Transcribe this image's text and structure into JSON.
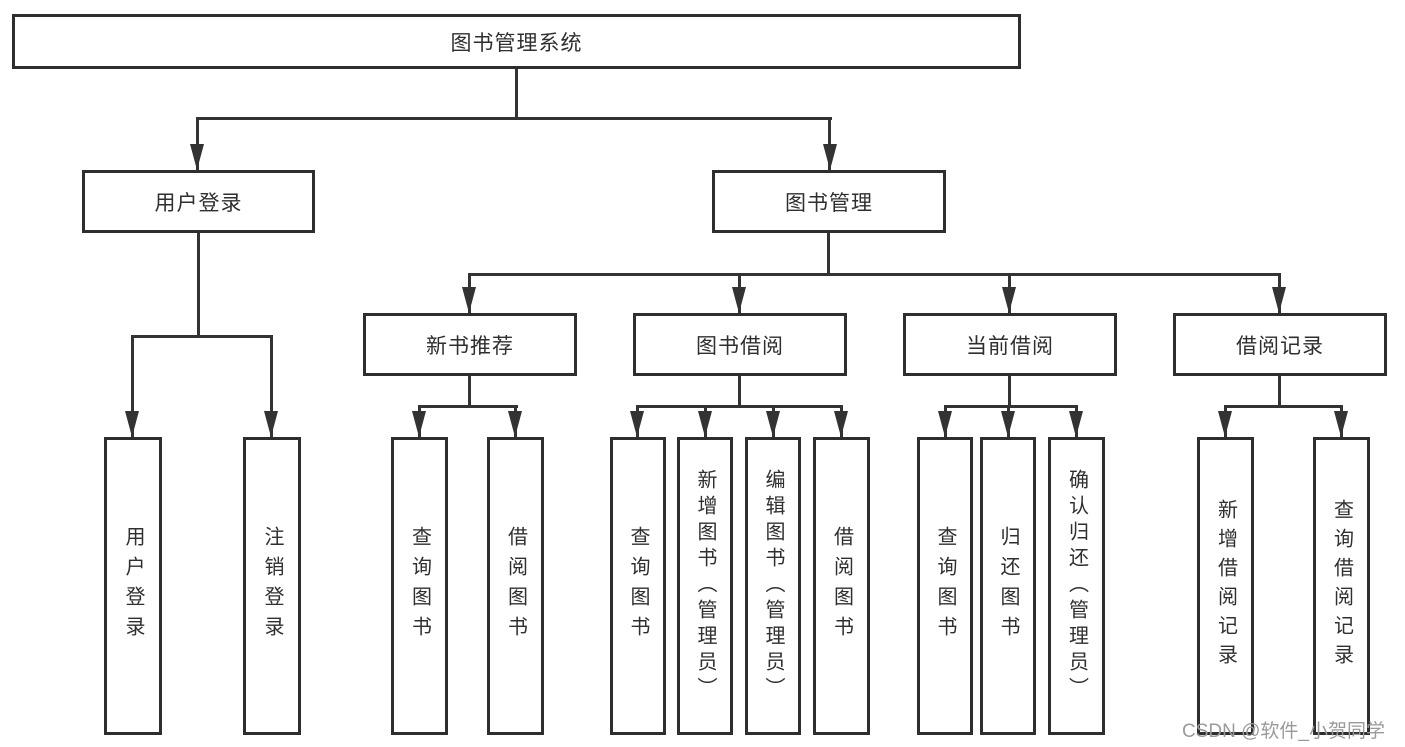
{
  "diagram": {
    "title": "图书管理系统",
    "nodes": {
      "root": "图书管理系统",
      "user_login": "用户登录",
      "book_mgmt": "图书管理",
      "new_book_rec": "新书推荐",
      "book_borrow": "图书借阅",
      "current_borrow": "当前借阅",
      "borrow_records": "借阅记录",
      "leaf_user_login": "用户登录",
      "leaf_logout": "注销登录",
      "leaf_query_book_1": "查询图书",
      "leaf_borrow_book_1": "借阅图书",
      "leaf_query_book_2": "查询图书",
      "leaf_add_book": "新增图书（管理员）",
      "leaf_edit_book": "编辑图书（管理员）",
      "leaf_borrow_book_2": "借阅图书",
      "leaf_query_book_3": "查询图书",
      "leaf_return_book": "归还图书",
      "leaf_confirm_return": "确认归还（管理员）",
      "leaf_add_record": "新增借阅记录",
      "leaf_query_record": "查询借阅记录"
    },
    "edges": [
      "图书管理系统→用户登录",
      "图书管理系统→图书管理",
      "用户登录→用户登录",
      "用户登录→注销登录",
      "图书管理→新书推荐",
      "图书管理→图书借阅",
      "图书管理→当前借阅",
      "图书管理→借阅记录",
      "新书推荐→查询图书",
      "新书推荐→借阅图书",
      "图书借阅→查询图书",
      "图书借阅→新增图书（管理员）",
      "图书借阅→编辑图书（管理员）",
      "图书借阅→借阅图书",
      "当前借阅→查询图书",
      "当前借阅→归还图书",
      "当前借阅→确认归还（管理员）",
      "借阅记录→新增借阅记录",
      "借阅记录→查询借阅记录"
    ]
  },
  "colors": {
    "line": "#333333",
    "border": "#2e2e2e",
    "text": "#2f2f2f",
    "watermark": "#9a9a9a",
    "background": "#ffffff"
  },
  "watermark": {
    "text": "CSDN @软件_小贺同学"
  }
}
